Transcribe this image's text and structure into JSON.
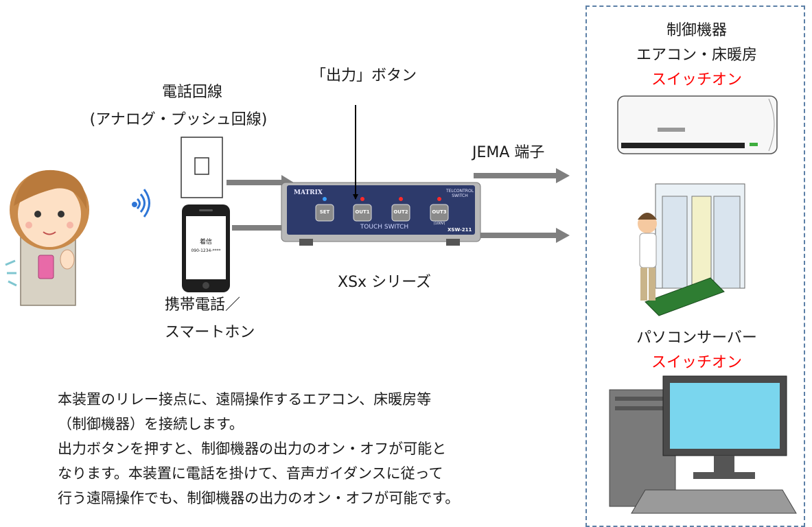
{
  "labels": {
    "phone_line": "電話回線",
    "phone_line_sub": "(アナログ・プッシュ回線)",
    "output_button": "「出力」ボタン",
    "jema_terminal": "JEMA 端子",
    "series_name": "XSx シリーズ",
    "mobile_line1": "携帯電話／",
    "mobile_line2": "スマートホン"
  },
  "right_panel": {
    "block1_line1": "制御機器",
    "block1_line2": "エアコン・床暖房",
    "block1_status": "スイッチオン",
    "block2_line1": "パソコンサーバー",
    "block2_status": "スイッチオン"
  },
  "device": {
    "brand": "MATRIX",
    "caption": "TOUCH SWITCH",
    "corner_label": "TELCONTROL SWITCH",
    "model": "XSW-211",
    "buttons": [
      "SET",
      "OUT1",
      "OUT2",
      "OUT3"
    ],
    "out3_note": "(100V)"
  },
  "phone_screen": {
    "title": "着信",
    "number": "090-1234-****"
  },
  "description": {
    "line1": "本装置のリレー接点に、遠隔操作するエアコン、床暖房等",
    "line2": "（制御機器）を接続します。",
    "line3": "出力ボタンを押すと、制御機器の出力のオン・オフが可能と",
    "line4": "なります。本装置に電話を掛けて、音声ガイダンスに従って",
    "line5": "行う遠隔操作でも、制御機器の出力のオン・オフが可能です。"
  },
  "colors": {
    "accent_red": "#ff0000",
    "device_body": "#2d3a6b",
    "dashed_border": "#5b7fa6",
    "arrow_gray": "#7f7f7f"
  }
}
